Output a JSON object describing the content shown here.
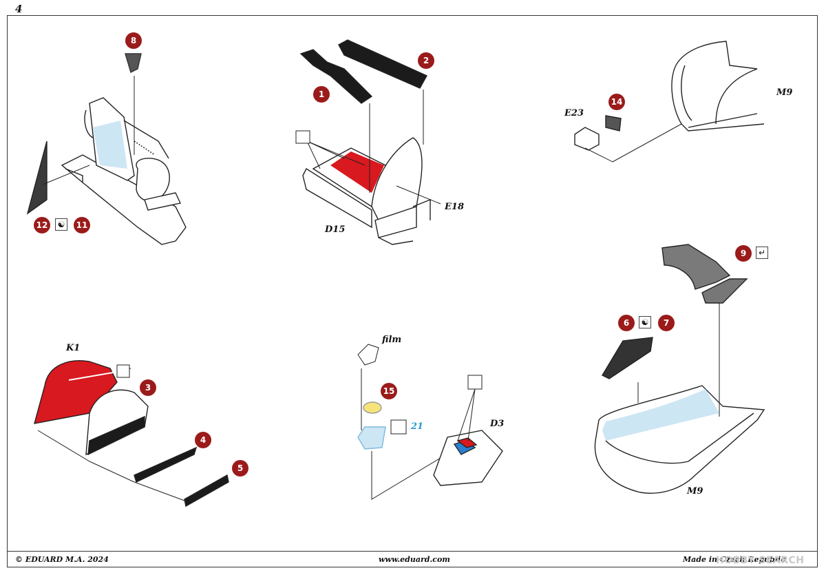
{
  "page": {
    "number": "4"
  },
  "callouts": [
    "8",
    "1",
    "2",
    "14",
    "12",
    "11",
    "9",
    "6",
    "7",
    "3",
    "4",
    "5",
    "15"
  ],
  "labels": {
    "E18": "E18",
    "D15": "D15",
    "E23": "E23",
    "M9_top": "M9",
    "M9_bottom": "M9",
    "K1": "K1",
    "film": "film",
    "D3": "D3"
  },
  "reference": "21",
  "footer": {
    "copyright": "© EDUARD  M.A. 2024",
    "url": "www.eduard.com",
    "origin": "Made in Czech Republic"
  },
  "watermark": "HOBBY SEARCH",
  "colors": {
    "callout_red": "#9b1b1b",
    "part_red": "#d8191f",
    "pe_black": "#1b1b1b",
    "ice_blue": "#cde6f4",
    "ref_blue": "#2a9ad0"
  }
}
